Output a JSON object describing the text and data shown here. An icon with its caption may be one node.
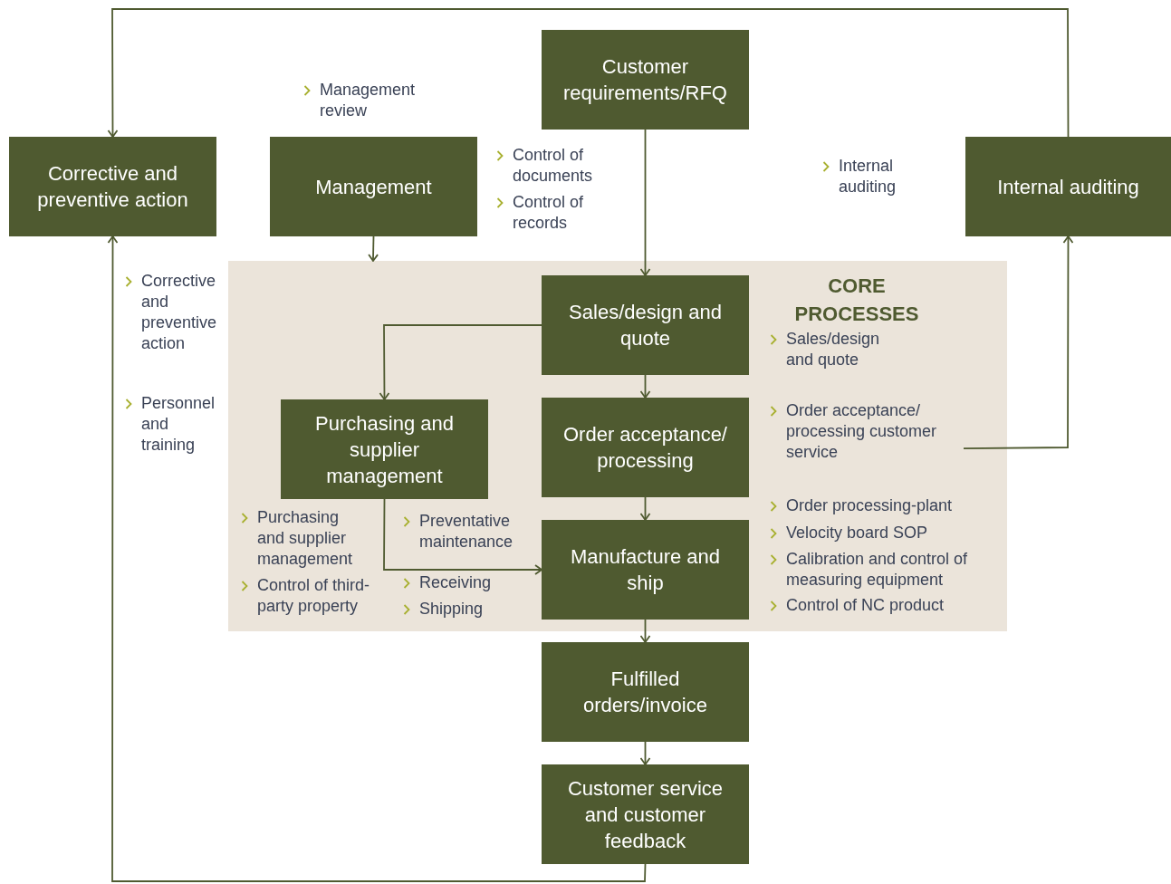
{
  "diagram": {
    "nodes": [
      {
        "text": [
          "Customer requirements/RFQ"
        ]
      },
      {
        "text": [
          "Corrective and preventive action"
        ]
      },
      {
        "text": [
          "Management"
        ]
      },
      {
        "text": [
          "Internal auditing"
        ]
      },
      {
        "text": [
          "CORE PROCESSES"
        ]
      },
      {
        "text": [
          "Sales/design and quote"
        ],
        "in": 4
      },
      {
        "text": [
          "Purchasing and supplier management"
        ],
        "in": 4
      },
      {
        "text": [
          "Order acceptance/ processing"
        ],
        "in": 4
      },
      {
        "text": [
          "Manufacture and ship"
        ],
        "in": 4
      },
      {
        "text": [
          "Fulfilled orders/invoice"
        ]
      },
      {
        "text": [
          "Customer service and customer feedback"
        ]
      },
      {
        "text": [
          "Order acceptance/ processing customer service"
        ],
        "in": 4
      }
    ],
    "edges": [
      {
        "from": 0,
        "to": 5,
        "arrow": "to"
      },
      {
        "from": 2,
        "to": 4,
        "arrow": "to"
      },
      {
        "from": 5,
        "to": 6,
        "arrow": "to"
      },
      {
        "from": 5,
        "to": 7,
        "arrow": "to"
      },
      {
        "from": 7,
        "to": 8,
        "arrow": "to"
      },
      {
        "from": 6,
        "to": 8,
        "arrow": "to"
      },
      {
        "from": 8,
        "to": 9,
        "arrow": "to"
      },
      {
        "from": 9,
        "to": 10,
        "arrow": "to"
      },
      {
        "from": 10,
        "to": 1,
        "arrow": "to"
      },
      {
        "from": 3,
        "to": 1,
        "arrow": "to"
      },
      {
        "from": 11,
        "to": 3,
        "arrow": "to"
      }
    ],
    "labels": [
      "Management review",
      "Control of documents",
      "Control of records",
      "Internal auditing",
      "Corrective and preventive action",
      "Personnel and training",
      "Sales/design and quote",
      "Purchasing and supplier management",
      "Preventative maintenance",
      "Control of third-party property",
      "Receiving",
      "Shipping",
      "Order processing-plant",
      "Velocity board SOP",
      "Calibration and control of measuring equipment",
      "Control of NC product"
    ]
  }
}
